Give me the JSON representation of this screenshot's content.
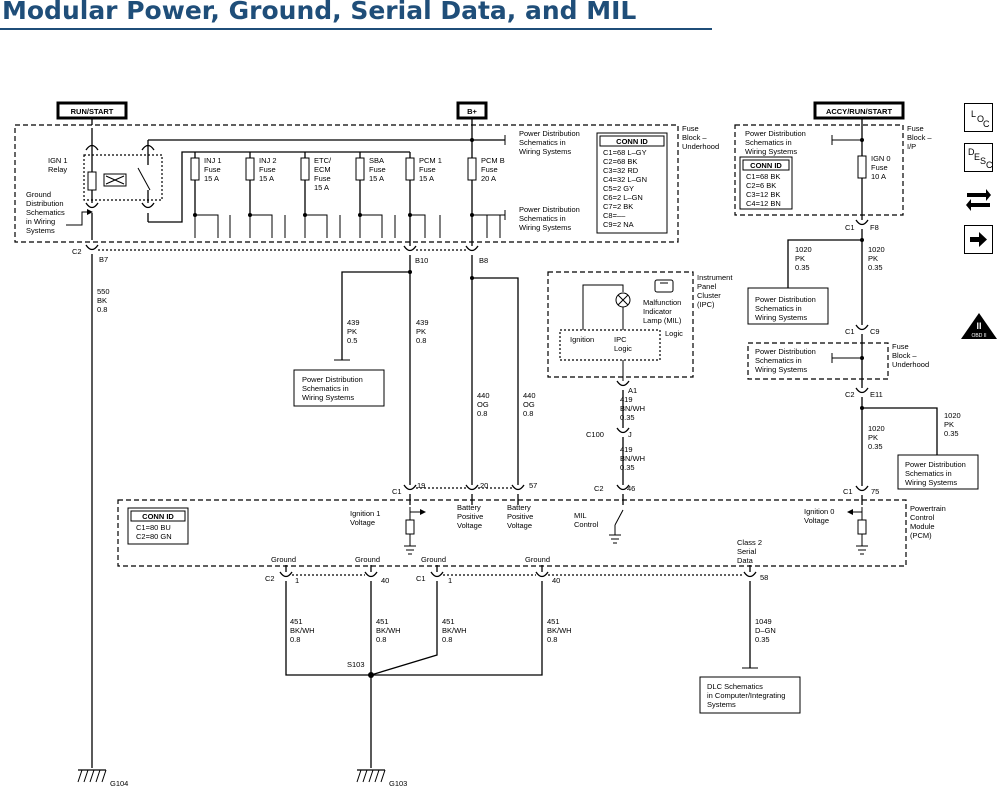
{
  "title": "Modular Power, Ground, Serial Data, and MIL",
  "headers": {
    "run_start": "RUN/START",
    "b_plus": "B+",
    "accy": "ACCY/RUN/START"
  },
  "fuse_block_underhood": [
    "Fuse",
    "Block –",
    "Underhood"
  ],
  "fuse_block_ip": [
    "Fuse",
    "Block –",
    "I/P"
  ],
  "fuse_block_underhood_2": [
    "Fuse",
    "Block –",
    "Underhood"
  ],
  "ign1_relay": [
    "IGN 1",
    "Relay"
  ],
  "ground_dist": [
    "Ground",
    "Distribution",
    "Schematics",
    "in Wiring",
    "Systems"
  ],
  "fuses": [
    {
      "lines": [
        "INJ 1",
        "Fuse",
        "15 A"
      ]
    },
    {
      "lines": [
        "INJ 2",
        "Fuse",
        "15 A"
      ]
    },
    {
      "lines": [
        "ETC/",
        "ECM",
        "Fuse",
        "15 A"
      ]
    },
    {
      "lines": [
        "SBA",
        "Fuse",
        "15 A"
      ]
    },
    {
      "lines": [
        "PCM 1",
        "Fuse",
        "15 A"
      ]
    },
    {
      "lines": [
        "PCM B",
        "Fuse",
        "20 A"
      ]
    },
    {
      "lines": [
        "IGN 0",
        "Fuse",
        "10 A"
      ]
    }
  ],
  "power_dist_ref": [
    "Power Distribution",
    "Schematics in",
    "Wiring Systems"
  ],
  "conn_id_underhood": {
    "title": "CONN ID",
    "rows": [
      "C1=68 L–GY",
      "C2=68 BK",
      "C3=32 RD",
      "C4=32 L–GN",
      "C5=2 GY",
      "C6=2 L–GN",
      "C7=2 BK",
      "C8=––",
      "C9=2 NA"
    ]
  },
  "conn_id_ip": {
    "title": "CONN ID",
    "rows": [
      "C1=68 BK",
      "C2=6 BK",
      "C3=12 BK",
      "C4=12 BN"
    ]
  },
  "conn_id_pcm": {
    "title": "CONN ID",
    "rows": [
      "C1=80 BU",
      "C2=80 GN"
    ]
  },
  "connectors": {
    "c1": "C1",
    "c2": "C2",
    "c9": "C9",
    "c100": "C100",
    "b7": "B7",
    "b8": "B8",
    "b10": "B10",
    "f8": "F8",
    "e11": "E11",
    "a1": "A1",
    "j": "J",
    "p19": "19",
    "p20": "20",
    "p57": "57",
    "p75": "75",
    "p46": "46",
    "p1": "1",
    "p40": "40",
    "p58": "58"
  },
  "wires": {
    "w550": [
      "550",
      "BK",
      "0.8"
    ],
    "w439a": [
      "439",
      "PK",
      "0.5"
    ],
    "w439b": [
      "439",
      "PK",
      "0.8"
    ],
    "w440": [
      "440",
      "OG",
      "0.8"
    ],
    "w419": [
      "419",
      "BN/WH",
      "0.35"
    ],
    "w1020": [
      "1020",
      "PK",
      "0.35"
    ],
    "w451": [
      "451",
      "BK/WH",
      "0.8"
    ],
    "w1049": [
      "1049",
      "D–GN",
      "0.35"
    ]
  },
  "ipc": {
    "title": [
      "Instrument",
      "Panel",
      "Cluster",
      "(IPC)"
    ],
    "mil": [
      "Malfunction",
      "Indicator",
      "Lamp (MIL)"
    ],
    "logic": "Logic",
    "ignition": "Ignition",
    "ipc_logic": [
      "IPC",
      "Logic"
    ]
  },
  "pcm": {
    "title": [
      "Powertrain",
      "Control",
      "Module",
      "(PCM)"
    ],
    "ign1": [
      "Ignition 1",
      "Voltage"
    ],
    "batt": [
      "Battery",
      "Positive",
      "Voltage"
    ],
    "mil_control": [
      "MIL",
      "Control"
    ],
    "ign0": [
      "Ignition 0",
      "Voltage"
    ],
    "ground": "Ground",
    "class2": [
      "Class 2",
      "Serial",
      "Data"
    ]
  },
  "splice": "S103",
  "grounds": {
    "g104": "G104",
    "g103": "G103"
  },
  "dlc": [
    "DLC Schematics",
    "in Computer/Integrating",
    "Systems"
  ],
  "nav": {
    "loc": [
      "L",
      "O",
      "C"
    ],
    "desc": [
      "D",
      "E",
      "S",
      "C"
    ],
    "obd_top": "II",
    "obd_bottom": "OBD II"
  }
}
